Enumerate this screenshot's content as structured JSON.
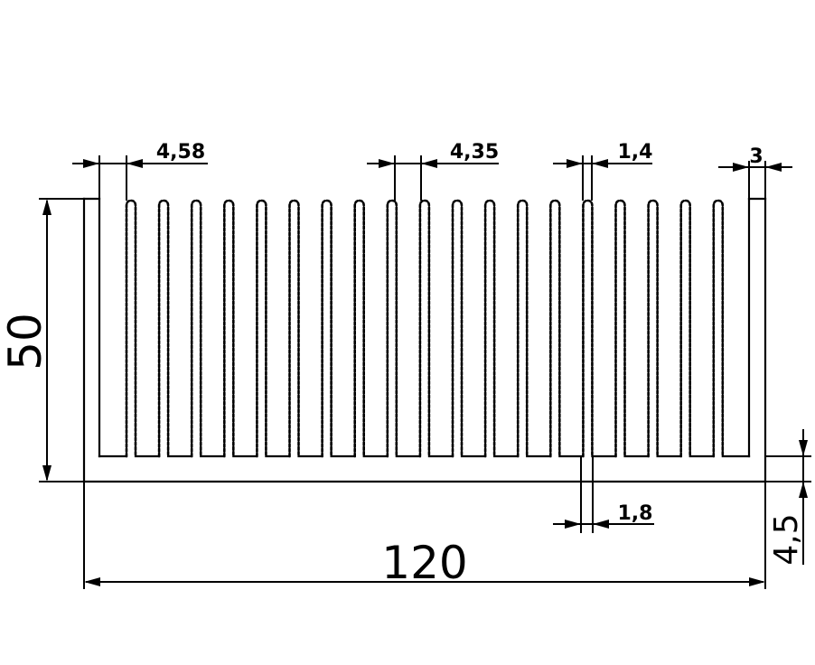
{
  "dimensions": {
    "height": "50",
    "width": "120",
    "base_thickness": "4,5",
    "fin_pitch_left": "4,58",
    "fin_pitch_mid": "4,35",
    "fin_thickness_tip": "1,4",
    "fin_thickness_root": "1,8",
    "end_fin": "3"
  }
}
